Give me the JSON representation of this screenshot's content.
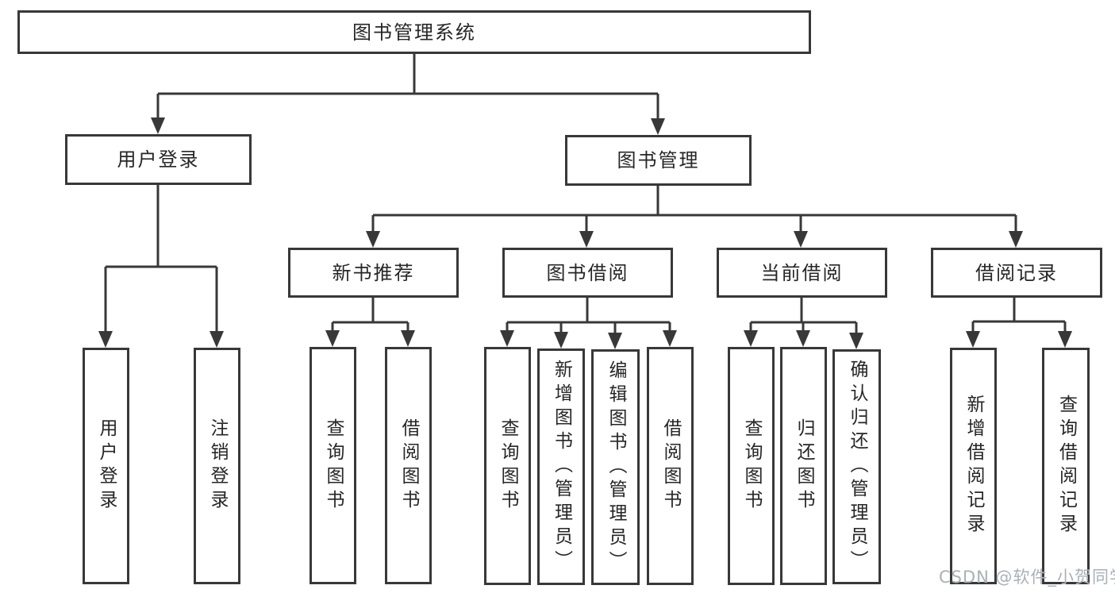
{
  "diagram": {
    "title": "图书管理系统",
    "watermark": "CSDN @软件_小贺同学",
    "colors": {
      "line": "#383838",
      "text": "#262626",
      "background": "#ffffff",
      "watermark": "#aab0b6"
    },
    "nodes": [
      {
        "id": "root",
        "label": "图书管理系统",
        "level": 1,
        "orientation": "horizontal"
      },
      {
        "id": "user-login",
        "label": "用户登录",
        "level": 2,
        "orientation": "horizontal"
      },
      {
        "id": "book-management",
        "label": "图书管理",
        "level": 2,
        "orientation": "horizontal"
      },
      {
        "id": "new-book-recommend",
        "label": "新书推荐",
        "level": 3,
        "orientation": "horizontal"
      },
      {
        "id": "book-borrowing",
        "label": "图书借阅",
        "level": 3,
        "orientation": "horizontal"
      },
      {
        "id": "current-borrowing",
        "label": "当前借阅",
        "level": 3,
        "orientation": "horizontal"
      },
      {
        "id": "borrowing-records",
        "label": "借阅记录",
        "level": 3,
        "orientation": "horizontal"
      },
      {
        "id": "user-login-leaf",
        "label": "用户登录",
        "level": 4,
        "orientation": "vertical"
      },
      {
        "id": "logout",
        "label": "注销登录",
        "level": 4,
        "orientation": "vertical"
      },
      {
        "id": "query-book-1",
        "label": "查询图书",
        "level": 4,
        "orientation": "vertical"
      },
      {
        "id": "borrow-book-1",
        "label": "借阅图书",
        "level": 4,
        "orientation": "vertical"
      },
      {
        "id": "query-book-2",
        "label": "查询图书",
        "level": 4,
        "orientation": "vertical"
      },
      {
        "id": "add-book-admin",
        "label": "新增图书（管理员）",
        "level": 4,
        "orientation": "vertical"
      },
      {
        "id": "edit-book-admin",
        "label": "编辑图书（管理员）",
        "level": 4,
        "orientation": "vertical"
      },
      {
        "id": "borrow-book-2",
        "label": "借阅图书",
        "level": 4,
        "orientation": "vertical"
      },
      {
        "id": "query-book-3",
        "label": "查询图书",
        "level": 4,
        "orientation": "vertical"
      },
      {
        "id": "return-book",
        "label": "归还图书",
        "level": 4,
        "orientation": "vertical"
      },
      {
        "id": "confirm-return-admin",
        "label": "确认归还（管理员）",
        "level": 4,
        "orientation": "vertical"
      },
      {
        "id": "add-borrow-record",
        "label": "新增借阅记录",
        "level": 4,
        "orientation": "vertical"
      },
      {
        "id": "query-borrow-record",
        "label": "查询借阅记录",
        "level": 4,
        "orientation": "vertical"
      }
    ],
    "edges": [
      {
        "from": "root",
        "to": "user-login"
      },
      {
        "from": "root",
        "to": "book-management"
      },
      {
        "from": "user-login",
        "to": "user-login-leaf"
      },
      {
        "from": "user-login",
        "to": "logout"
      },
      {
        "from": "book-management",
        "to": "new-book-recommend"
      },
      {
        "from": "book-management",
        "to": "book-borrowing"
      },
      {
        "from": "book-management",
        "to": "current-borrowing"
      },
      {
        "from": "book-management",
        "to": "borrowing-records"
      },
      {
        "from": "new-book-recommend",
        "to": "query-book-1"
      },
      {
        "from": "new-book-recommend",
        "to": "borrow-book-1"
      },
      {
        "from": "book-borrowing",
        "to": "query-book-2"
      },
      {
        "from": "book-borrowing",
        "to": "add-book-admin"
      },
      {
        "from": "book-borrowing",
        "to": "edit-book-admin"
      },
      {
        "from": "book-borrowing",
        "to": "borrow-book-2"
      },
      {
        "from": "current-borrowing",
        "to": "query-book-3"
      },
      {
        "from": "current-borrowing",
        "to": "return-book"
      },
      {
        "from": "current-borrowing",
        "to": "confirm-return-admin"
      },
      {
        "from": "borrowing-records",
        "to": "add-borrow-record"
      },
      {
        "from": "borrowing-records",
        "to": "query-borrow-record"
      }
    ]
  }
}
